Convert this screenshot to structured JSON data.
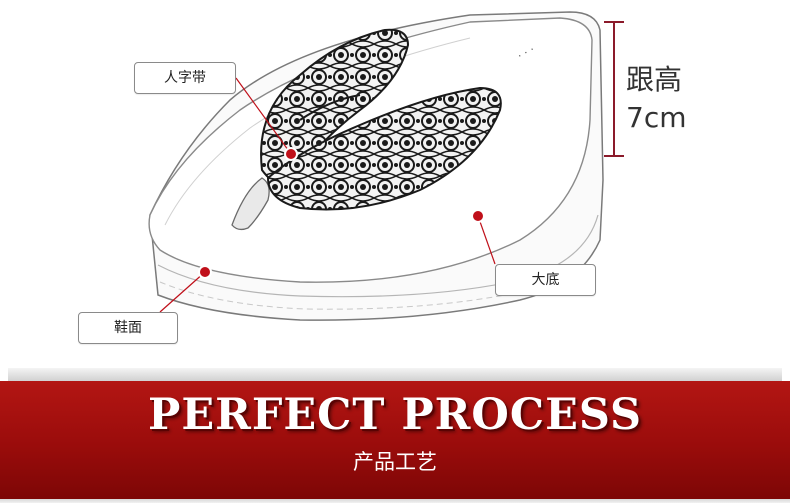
{
  "callouts": {
    "strap": "人字带",
    "sole": "大底",
    "upper": "鞋面"
  },
  "heel": {
    "label": "跟高",
    "value": "7cm"
  },
  "banner": {
    "title": "PERFECT PROCESS",
    "subtitle": "产品工艺"
  },
  "colors": {
    "accent_red": "#a90f0d",
    "marker_red": "#c0101a",
    "measure_line": "#8b1a2a"
  },
  "icons": {
    "product": "flip-flop-wedge-sandal-sketch"
  }
}
